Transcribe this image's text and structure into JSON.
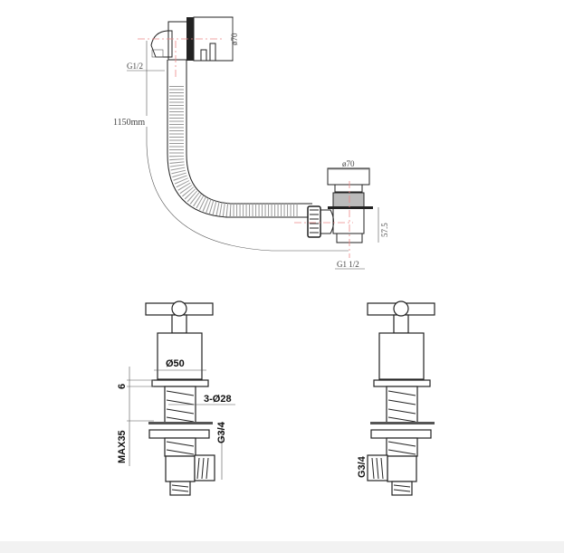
{
  "top_drawing": {
    "labels": {
      "overflow_diameter": "ø70",
      "overflow_thread": "G1/2",
      "hose_length": "1150mm",
      "waste_diameter": "ø70",
      "waste_height": "57.5",
      "waste_thread": "G1 1/2"
    }
  },
  "bottom_drawing": {
    "labels": {
      "body_diameter": "Ø50",
      "flange_thickness": "6",
      "shaft_diameter": "3-Ø28",
      "max_depth": "MAX35",
      "left_outlet_thread": "G3/4",
      "right_outlet_thread": "G3/4"
    }
  }
}
